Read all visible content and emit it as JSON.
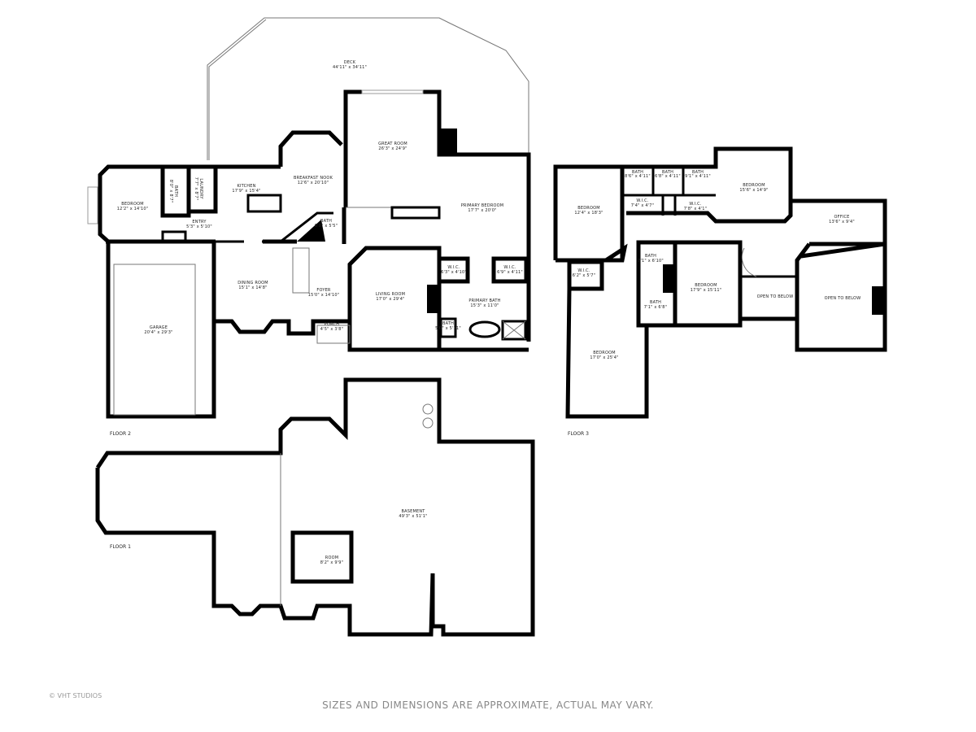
{
  "floor2": {
    "label": "FLOOR 2",
    "rooms": [
      {
        "name": "DECK",
        "dims": "44'11\" x 34'11\""
      },
      {
        "name": "GREAT ROOM",
        "dims": "26'3\" x 24'9\""
      },
      {
        "name": "BREAKFAST NOOK",
        "dims": "12'6\" x 20'10\""
      },
      {
        "name": "KITCHEN",
        "dims": "17'9\" x 15'4\""
      },
      {
        "name": "BEDROOM",
        "dims": "12'2\" x 14'10\""
      },
      {
        "name": "BATH",
        "dims": "8'0\" x 8'7\""
      },
      {
        "name": "LAUNDRY",
        "dims": "7'7\" x 8'7\""
      },
      {
        "name": "ENTRY",
        "dims": "5'3\" x 5'10\""
      },
      {
        "name": "BATH",
        "dims": "6'0\" x 5'5\""
      },
      {
        "name": "PRIMARY BEDROOM",
        "dims": "17'7\" x 20'0\""
      },
      {
        "name": "W.I.C.",
        "dims": "6'3\" x 4'10\""
      },
      {
        "name": "W.I.C.",
        "dims": "6'9\" x 4'11\""
      },
      {
        "name": "PRIMARY BATH",
        "dims": "15'3\" x 11'0\""
      },
      {
        "name": "BATH",
        "dims": "5'0\" x 5'11\""
      },
      {
        "name": "LIVING ROOM",
        "dims": "17'0\" x 29'4\""
      },
      {
        "name": "DINING ROOM",
        "dims": "15'1\" x 14'8\""
      },
      {
        "name": "FOYER",
        "dims": "15'0\" x 14'10\""
      },
      {
        "name": "PORCH",
        "dims": "4'5\" x 3'8\""
      },
      {
        "name": "GARAGE",
        "dims": "20'4\" x 29'3\""
      }
    ]
  },
  "floor3": {
    "label": "FLOOR 3",
    "rooms": [
      {
        "name": "BATH",
        "dims": "8'6\" x 4'11\""
      },
      {
        "name": "BATH",
        "dims": "6'8\" x 4'11\""
      },
      {
        "name": "BATH",
        "dims": "9'1\" x 4'11\""
      },
      {
        "name": "BEDROOM",
        "dims": "15'6\" x 14'9\""
      },
      {
        "name": "BEDROOM",
        "dims": "12'4\" x 18'3\""
      },
      {
        "name": "W.I.C.",
        "dims": "7'4\" x 4'7\""
      },
      {
        "name": "W.I.C.",
        "dims": "7'8\" x 4'1\""
      },
      {
        "name": "OFFICE",
        "dims": "13'6\" x 9'4\""
      },
      {
        "name": "W.I.C.",
        "dims": "6'2\" x 5'7\""
      },
      {
        "name": "BATH",
        "dims": "7'1\" x 6'10\""
      },
      {
        "name": "BEDROOM",
        "dims": "17'9\" x 15'11\""
      },
      {
        "name": "BATH",
        "dims": "7'1\" x 6'8\""
      },
      {
        "name": "OPEN TO BELOW",
        "dims": ""
      },
      {
        "name": "OPEN TO BELOW",
        "dims": ""
      },
      {
        "name": "BEDROOM",
        "dims": "17'0\" x 25'4\""
      }
    ]
  },
  "floor1": {
    "label": "FLOOR 1",
    "rooms": [
      {
        "name": "BASEMENT",
        "dims": "49'3\" x 51'1\""
      },
      {
        "name": "ROOM",
        "dims": "8'2\" x 9'9\""
      }
    ]
  },
  "footer": {
    "copyright": "© VHT STUDIOS",
    "disclaimer": "SIZES AND DIMENSIONS ARE APPROXIMATE, ACTUAL MAY VARY."
  }
}
